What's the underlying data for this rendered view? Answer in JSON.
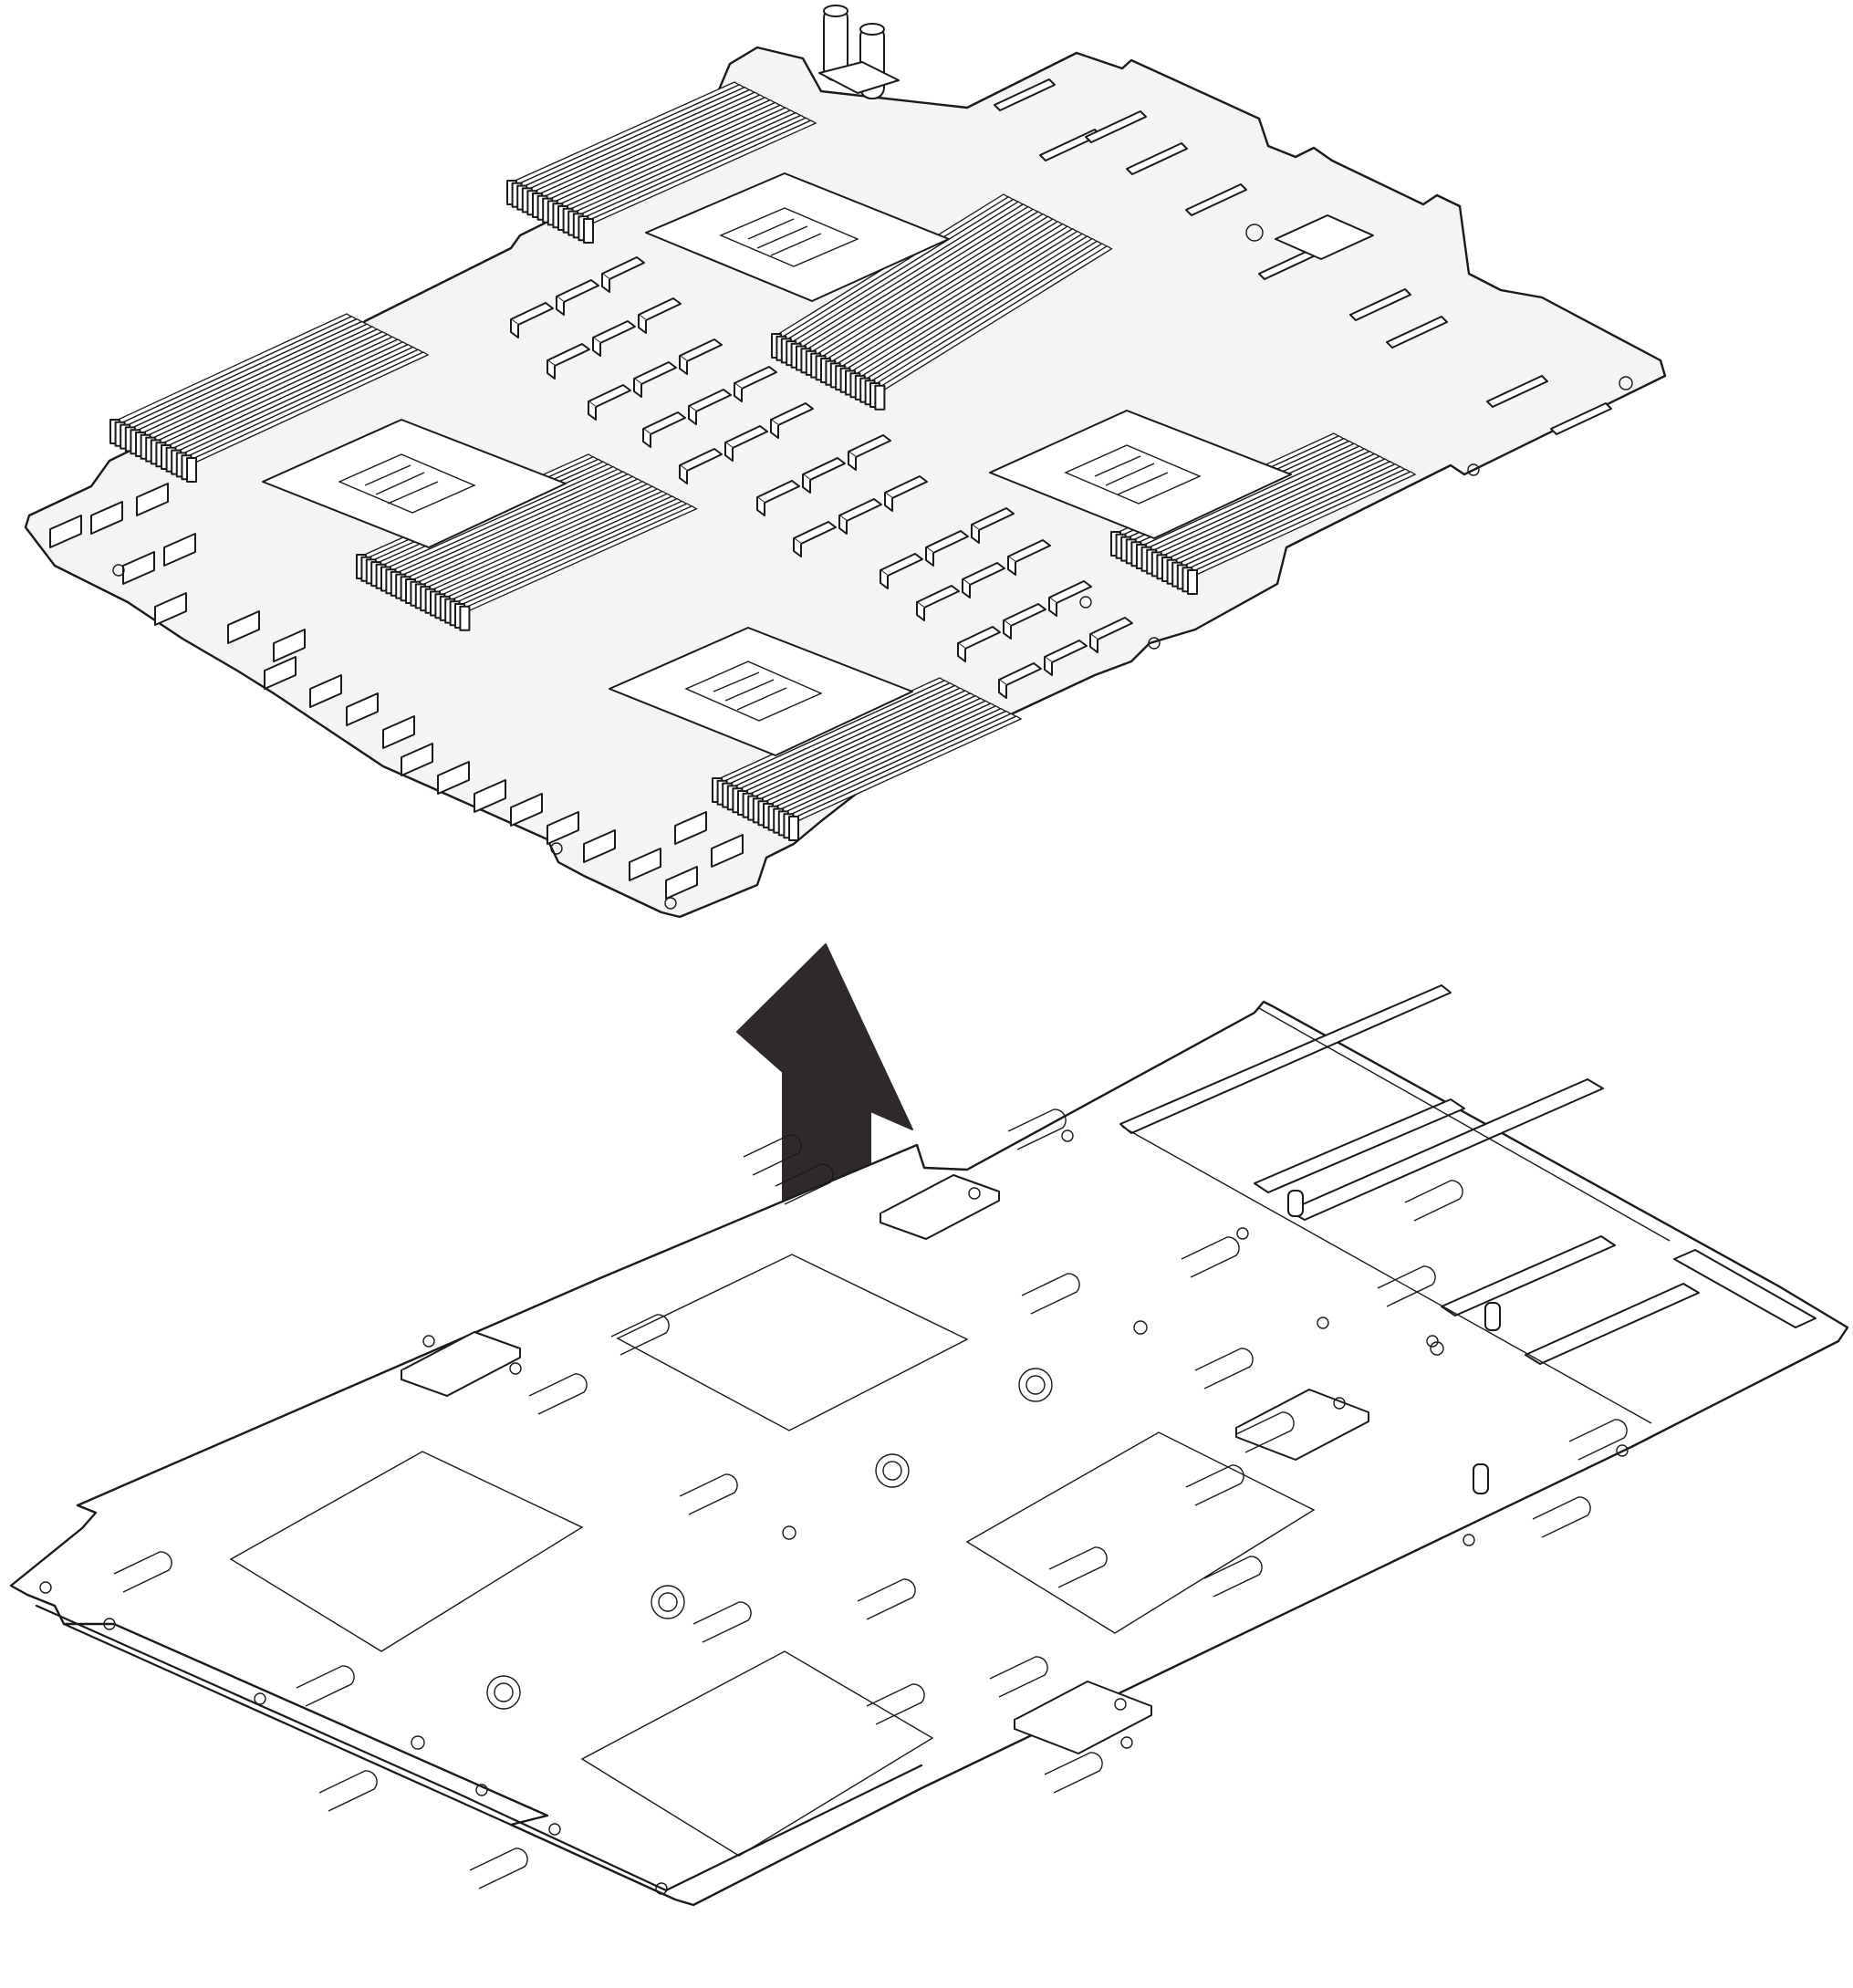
{
  "figure": {
    "system_board": {
      "icon": "system-board",
      "description_visible": false
    },
    "lift_arrow": {
      "icon": "up-arrow",
      "color": "#2f2a2a",
      "direction": "up"
    },
    "carrier_tray": {
      "icon": "board-tray"
    }
  },
  "colors": {
    "line": "#1a1a1a",
    "board_surface": "#f4f4f4",
    "tray_surface": "#ffffff",
    "arrow": "#2f2a2a"
  }
}
